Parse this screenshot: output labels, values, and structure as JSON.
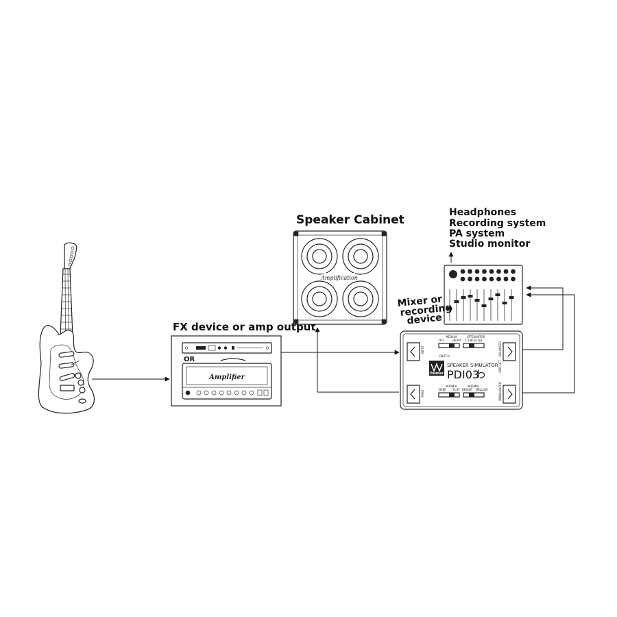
{
  "labels": {
    "speaker_cabinet": "Speaker Cabinet",
    "fx_device": "FX device or amp output",
    "or": "OR",
    "amplifier_logo": "Amplifier",
    "cabinet_logo": "Amplification",
    "mixer_line1": "Mixer or",
    "mixer_line2": "recording",
    "mixer_line3": "device",
    "destinations": [
      "Headphones",
      "Recording system",
      "PA system",
      "Studio monitor"
    ]
  },
  "pdi03": {
    "brand": "Palmer",
    "title": "SPEAKER SIMULATOR",
    "model": "PDI03",
    "switch": "SWITCH",
    "input": "INPUT",
    "thru": "THRU",
    "balanced": "BALANCED",
    "unbalanced": "UNBALANCED",
    "gnd_lift": "GND LIFT",
    "medium": "MEDIUM",
    "off": "OFF",
    "heavy": "HEAVY",
    "attenuator": "ATTENUATOR",
    "att_values": [
      "2.5dB",
      "1Ω",
      "ΩΩ"
    ],
    "deep": "DEEP",
    "normal": "NORMAL",
    "flat": "FLAT",
    "bright": "BRIGHT",
    "mellow": "MELLOW"
  }
}
